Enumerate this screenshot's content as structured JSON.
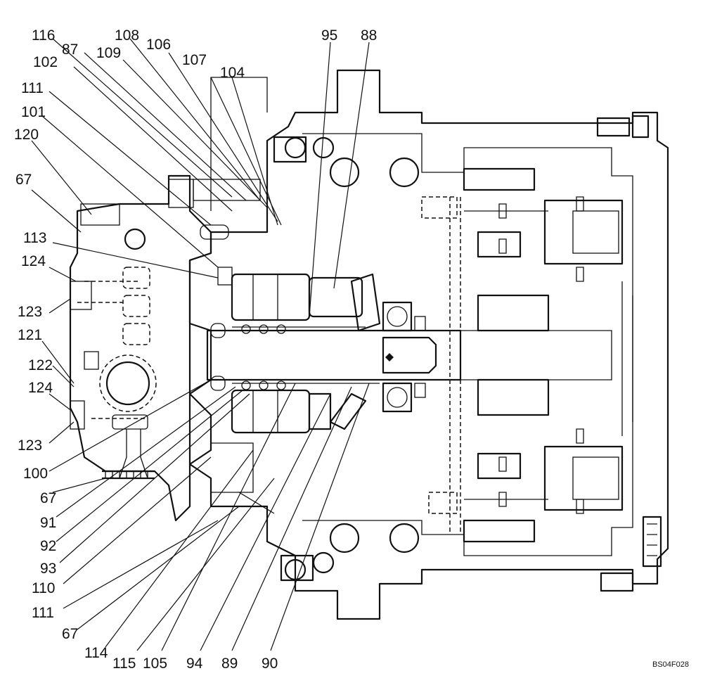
{
  "drawing": {
    "code": "BS04F028",
    "callouts": [
      "116",
      "87",
      "102",
      "108",
      "109",
      "106",
      "107",
      "104",
      "95",
      "88",
      "111",
      "101",
      "120",
      "67",
      "113",
      "124",
      "123",
      "121",
      "122",
      "124",
      "123",
      "100",
      "67",
      "91",
      "92",
      "93",
      "110",
      "111",
      "67",
      "114",
      "115",
      "105",
      "94",
      "89",
      "90"
    ]
  }
}
